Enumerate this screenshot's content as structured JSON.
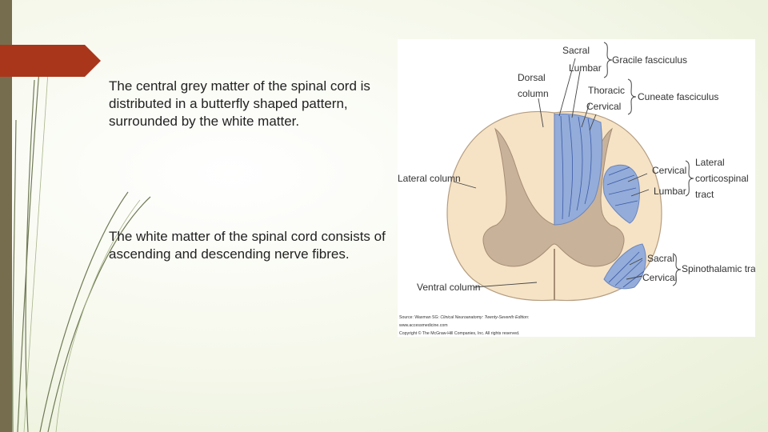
{
  "slide": {
    "paragraph1": "The central grey matter of the spinal cord is distributed in a butterfly shaped pattern, surrounded by the white matter.",
    "paragraph2": "The white matter of the spinal cord consists of ascending and descending nerve fibres."
  },
  "diagram": {
    "labels": {
      "sacral_top": "Sacral",
      "lumbar_top": "Lumbar",
      "gracile": "Gracile fasciculus",
      "dorsal_1": "Dorsal",
      "dorsal_2": "column",
      "thoracic": "Thoracic",
      "cervical_top": "Cervical",
      "cuneate": "Cuneate fasciculus",
      "lateral_column": "Lateral column",
      "cervical_mid": "Cervical",
      "lumbar_mid": "Lumbar",
      "lat_cs_1": "Lateral",
      "lat_cs_2": "corticospinal",
      "lat_cs_3": "tract",
      "sacral_bottom": "Sacral",
      "cervical_bottom": "Cervical",
      "spinothalamic": "Spinothalamic tracts",
      "ventral_column": "Ventral column"
    },
    "credits": {
      "line1_prefix": "Source: Waxman SG: ",
      "line1_title": "Clinical Neuroanatomy: Twenty-Seventh Edition:",
      "line2": "www.accessmedicine.com",
      "line3": "Copyright © The McGraw-Hill Companies, Inc. All rights reserved."
    },
    "colors": {
      "white_matter": "#f6e3c6",
      "grey_matter": "#c9b29a",
      "tract_blue": "#93acd9",
      "tract_line": "#3c5aa8",
      "accent_red": "#a9361b",
      "sidebar": "#766d4f"
    }
  }
}
